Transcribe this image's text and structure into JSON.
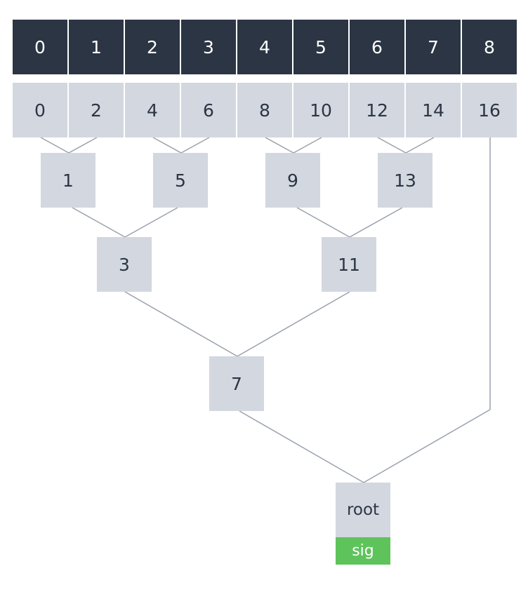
{
  "colors": {
    "index_bg": "#2b3544",
    "node_bg": "#d3d7df",
    "edge": "#9aa1ad",
    "sig_bg": "#5ec35b",
    "node_text": "#2b3544",
    "index_text": "#ffffff"
  },
  "leaf_indices": [
    "0",
    "1",
    "2",
    "3",
    "4",
    "5",
    "6",
    "7",
    "8"
  ],
  "leaf_nodes": [
    "0",
    "2",
    "4",
    "6",
    "8",
    "10",
    "12",
    "14",
    "16"
  ],
  "level1": [
    "1",
    "5",
    "9",
    "13"
  ],
  "level2": [
    "3",
    "11"
  ],
  "level3": [
    "7"
  ],
  "root": {
    "label": "root",
    "sig": "sig"
  }
}
